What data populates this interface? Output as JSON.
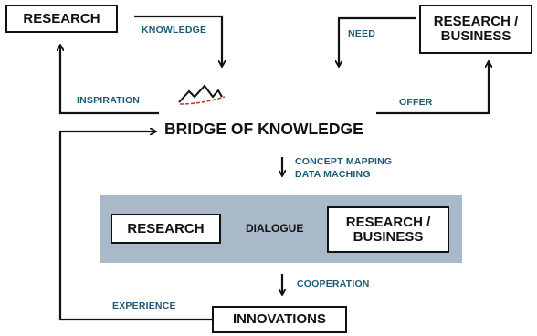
{
  "nodes": {
    "research_top": "RESEARCH",
    "research_business_top": "RESEARCH / BUSINESS",
    "bridge": "BRIDGE OF KNOWLEDGE",
    "research_mid": "RESEARCH",
    "dialogue": "DIALOGUE",
    "research_business_mid": "RESEARCH / BUSINESS",
    "innovations": "INNOVATIONS"
  },
  "labels": {
    "knowledge": "KNOWLEDGE",
    "need": "NEED",
    "inspiration": "INSPIRATION",
    "offer": "OFFER",
    "concept_mapping": "CONCEPT MAPPING",
    "data_maching": "DATA MACHING",
    "cooperation": "COOPERATION",
    "experience": "EXPERIENCE"
  },
  "colors": {
    "label_text": "#1e5a78",
    "dialogue_band": "#a9b9c9",
    "line": "#111111",
    "bridge_accent": "#c0392b"
  }
}
